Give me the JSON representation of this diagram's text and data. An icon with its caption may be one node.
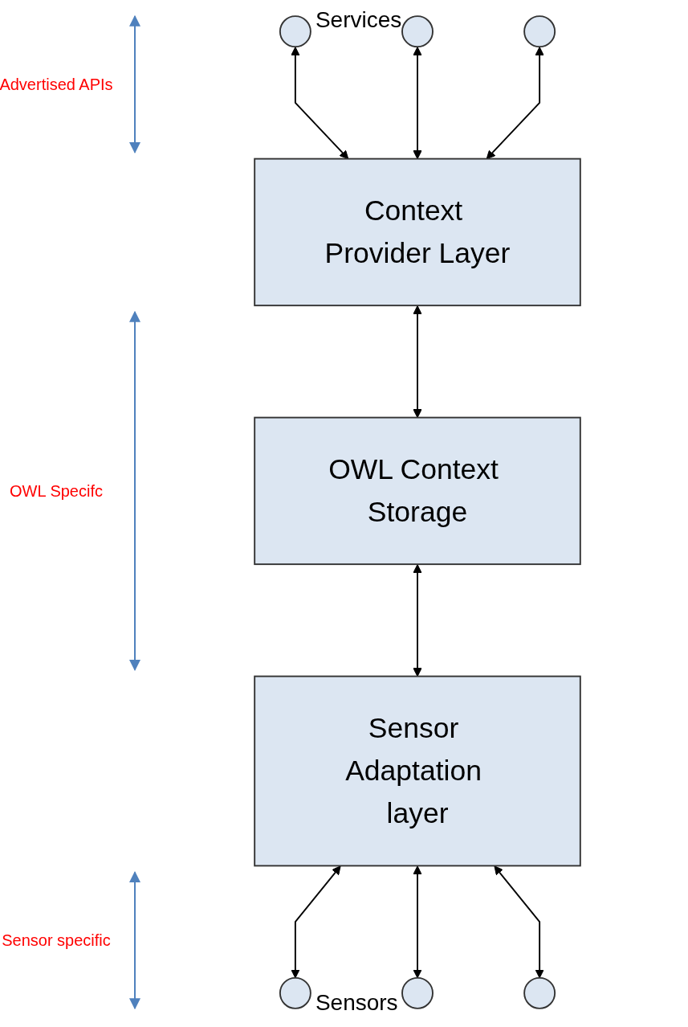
{
  "diagram": {
    "nodes": [
      {
        "text": [],
        "shape": "circle"
      },
      {
        "text": [],
        "shape": "circle"
      },
      {
        "text": [],
        "shape": "circle"
      },
      {
        "text": [
          "Context Provider Layer"
        ]
      },
      {
        "text": [
          "OWL Context Storage"
        ]
      },
      {
        "text": [
          "Sensor Adaptation layer"
        ]
      },
      {
        "text": [],
        "shape": "circle"
      },
      {
        "text": [],
        "shape": "circle"
      },
      {
        "text": [],
        "shape": "circle"
      }
    ],
    "edges": [
      {
        "from": 0,
        "to": 3,
        "arrow": "both"
      },
      {
        "from": 1,
        "to": 3,
        "arrow": "both"
      },
      {
        "from": 2,
        "to": 3,
        "arrow": "both"
      },
      {
        "from": 3,
        "to": 4,
        "arrow": "both"
      },
      {
        "from": 4,
        "to": 5,
        "arrow": "both"
      },
      {
        "from": 5,
        "to": 6,
        "arrow": "both"
      },
      {
        "from": 5,
        "to": 7,
        "arrow": "both"
      },
      {
        "from": 5,
        "to": 8,
        "arrow": "both"
      }
    ],
    "labels": [
      "Services",
      "Advertised APIs",
      "OWL Specifc",
      "Sensor specific",
      "Sensors"
    ]
  }
}
